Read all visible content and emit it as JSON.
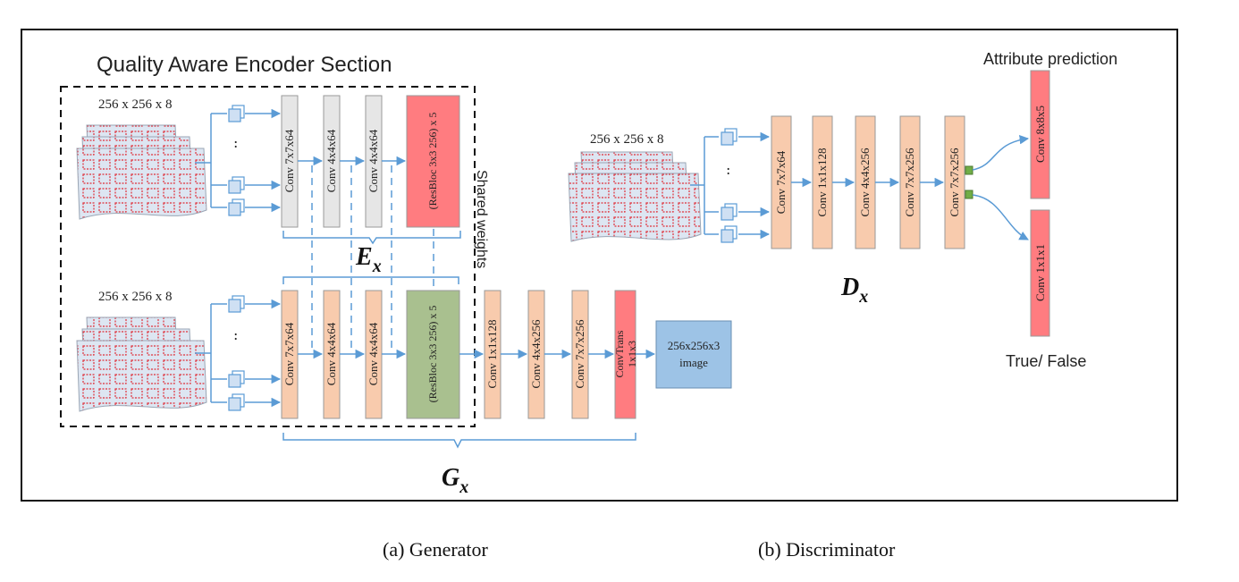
{
  "title": "Quality Aware Encoder Section",
  "shared_weights": "Shared weights",
  "generator": {
    "enc_input_label": "256 x 256 x 8",
    "gen_input_label": "256 x 256 x 8",
    "enc_layers": [
      "Conv 7x7x64",
      "Conv 4x4x64",
      "Conv 4x4x64",
      "(ResBloc 3x3 256) x 5"
    ],
    "gen_layers": [
      "Conv 7x7x64",
      "Conv 4x4x64",
      "Conv 4x4x64",
      "(ResBloc 3x3 256) x 5"
    ],
    "dec_layers": [
      "Conv 1x1x128",
      "Conv 4x4x256",
      "Conv 7x7x256"
    ],
    "convtrans": [
      "ConvTrans",
      "1x1x3"
    ],
    "output": [
      "256x256x3",
      "image"
    ],
    "ex_label": "E",
    "ex_sub": "x",
    "gx_label": "G",
    "gx_sub": "x"
  },
  "discriminator": {
    "input_label": "256 x 256 x 8",
    "layers": [
      "Conv 7x7x64",
      "Conv 1x1x128",
      "Conv 4x4x256",
      "Conv 7x7x256",
      "Conv 7x7x256"
    ],
    "attr_head": "Conv  8x8x5",
    "tf_head": "Conv  1x1x1",
    "attr_label": "Attribute prediction",
    "tf_label": "True/ False",
    "dx_label": "D",
    "dx_sub": "x"
  },
  "colors": {
    "conv_grey": "#e6e6e6",
    "conv_orange": "#f8cbad",
    "resbloc_red": "#ff7c80",
    "resbloc_green": "#a9c08f",
    "output_blue": "#9dc3e6",
    "arrow": "#5b9bd5",
    "grid_red": "#e0303a",
    "sheet_bg": "#dde6f2"
  },
  "captions": {
    "generator": "(a) Generator",
    "discriminator": "(b) Discriminator"
  }
}
